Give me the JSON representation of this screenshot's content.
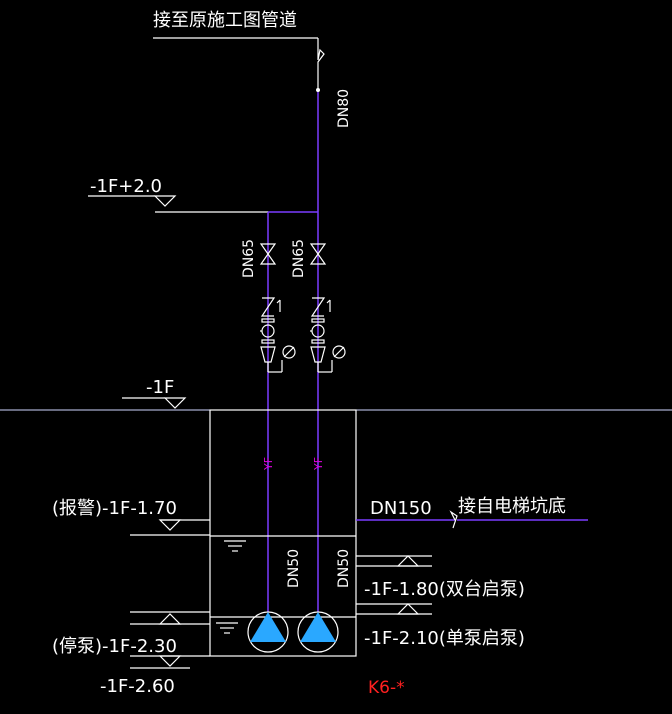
{
  "title_note": "接至原施工图管道",
  "pipe_labels": {
    "main_riser": "DN80",
    "left_branch": "DN65",
    "right_branch": "DN65",
    "outlet": "DN150",
    "left_pump_pipe": "DN50",
    "right_pump_pipe": "DN50",
    "vf_left": "YF",
    "vf_right": "YF"
  },
  "outlet_note": "接自电梯坑底",
  "levels": {
    "l_plus2": "-1F+2.0",
    "l_minus1": "-1F",
    "alarm": "(报警)-1F-1.70",
    "two_pumps": "-1F-1.80(双台启泵)",
    "one_pump": "-1F-2.10(单泵启泵)",
    "stop": "(停泵)-1F-2.30",
    "bottom": "-1F-2.60"
  },
  "pit_id": "K6-*",
  "colors": {
    "line": "#ffffff",
    "pipe": "#7a3cff",
    "pump": "#2aa8ff",
    "vf": "#e000e0",
    "red": "#ff2020"
  }
}
